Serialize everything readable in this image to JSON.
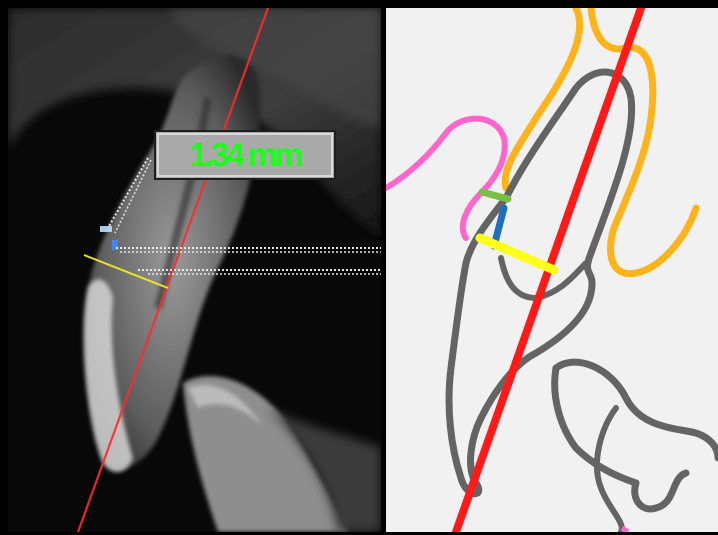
{
  "measurement": {
    "value_label": "1.34 mm",
    "label_color": "#1aff1a"
  },
  "colors": {
    "axis_line": "#ff1a1a",
    "outline_tooth": "#646464",
    "outline_bone_palatal": "#ffb31a",
    "outline_soft_tissue": "#ff66cc",
    "marker_green": "#77c043",
    "marker_blue": "#1f6fbf",
    "marker_yellow": "#ffff1a"
  },
  "panels": {
    "left": {
      "kind": "cbct-sagittal-slice"
    },
    "right": {
      "kind": "schematic-tracing"
    }
  }
}
